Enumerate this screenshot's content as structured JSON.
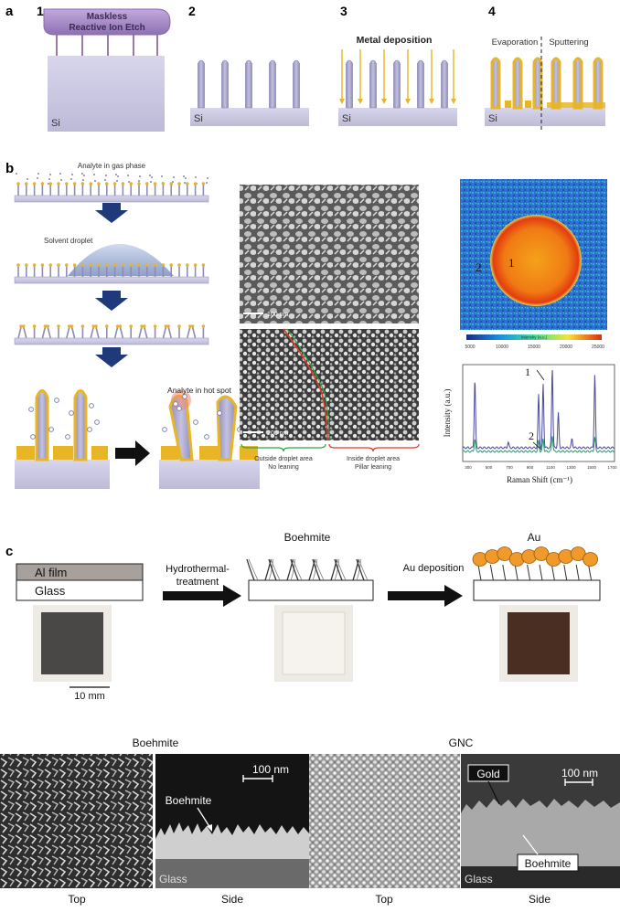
{
  "panel_a": {
    "label": "a",
    "steps": [
      {
        "num": "1",
        "substrate": "Si",
        "etch_label_1": "Maskless",
        "etch_label_2": "Reactive Ion Etch"
      },
      {
        "num": "2",
        "substrate": "Si"
      },
      {
        "num": "3",
        "substrate": "Si",
        "title": "Metal deposition"
      },
      {
        "num": "4",
        "substrate": "Si",
        "left_label": "Evaporation",
        "right_label": "Sputtering"
      }
    ]
  },
  "panel_b": {
    "label": "b",
    "schematic": {
      "gas_label": "Analyte in gas phase",
      "droplet_label": "Solvent droplet",
      "hotspot_label": "Analyte in hot spot"
    },
    "sem_top_scale": "100 nm",
    "sem_bottom_scale": "200 nm",
    "outside_label_1": "Outside droplet area",
    "outside_label_2": "No leaning",
    "inside_label_1": "Inside droplet area",
    "inside_label_2": "Pillar leaning",
    "map_point_1": "1",
    "map_point_2": "2",
    "colorbar_ticks": [
      "5000",
      "10000",
      "15000",
      "20000",
      "25000"
    ],
    "colorbar_title": "Intensity (a.u.)",
    "spectrum": {
      "ylabel": "Intensity (a.u.)",
      "xlabel": "Raman Shift (cm⁻¹)",
      "xticks": [
        "300",
        "500",
        "700",
        "900",
        "1100",
        "1300",
        "1500",
        "1700"
      ],
      "label_1": "1",
      "label_2": "2"
    }
  },
  "panel_c": {
    "label": "c",
    "al_film": "Al film",
    "glass": "Glass",
    "arrow1_line1": "Hydrothermal-",
    "arrow1_line2": "treatment",
    "boehmite_title": "Boehmite",
    "arrow2": "Au deposition",
    "au_title": "Au",
    "scale": "10 mm"
  },
  "panel_d": {
    "left_title": "Boehmite",
    "right_title": "GNC",
    "scale_left": "100 nm",
    "scale_right": "100 nm",
    "boehmite_arrow_label": "Boehmite",
    "glass_left": "Glass",
    "gold_label": "Gold",
    "boehmite_label_right": "Boehmite",
    "glass_right": "Glass",
    "captions": [
      "Top",
      "Side",
      "Top",
      "Side"
    ]
  },
  "colors": {
    "si": "#c9c6e0",
    "pillar": "#a9a7cc",
    "gold": "#e8b526",
    "etch_cloud": "#a58cc4",
    "au_particles": "#ef9a2a",
    "arrow_blue": "#1f3a7a"
  }
}
